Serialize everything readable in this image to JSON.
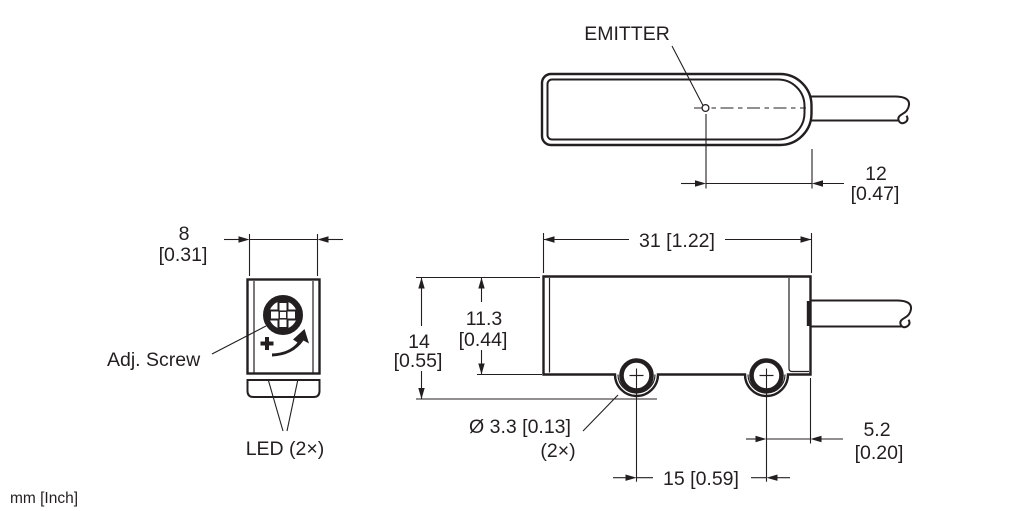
{
  "drawing": {
    "units_note": "mm [Inch]",
    "line_color": "#231f20",
    "labels": {
      "emitter": "EMITTER",
      "adj_screw": "Adj. Screw",
      "led": "LED (2×)",
      "hole_dia": "Ø 3.3 [0.13]",
      "hole_qty": "(2×)"
    },
    "dims": {
      "emitter_to_end_mm": "12",
      "emitter_to_end_in": "[0.47]",
      "width_mm": "8",
      "width_in": "[0.31]",
      "length_mm_in": "31 [1.22]",
      "overall_height_mm": "14",
      "overall_height_in": "[0.55]",
      "body_height_mm": "11.3",
      "body_height_in": "[0.44]",
      "hole_spacing_mm_in": "15 [0.59]",
      "hole_to_end_mm": "5.2",
      "hole_to_end_in": "[0.20]"
    }
  }
}
